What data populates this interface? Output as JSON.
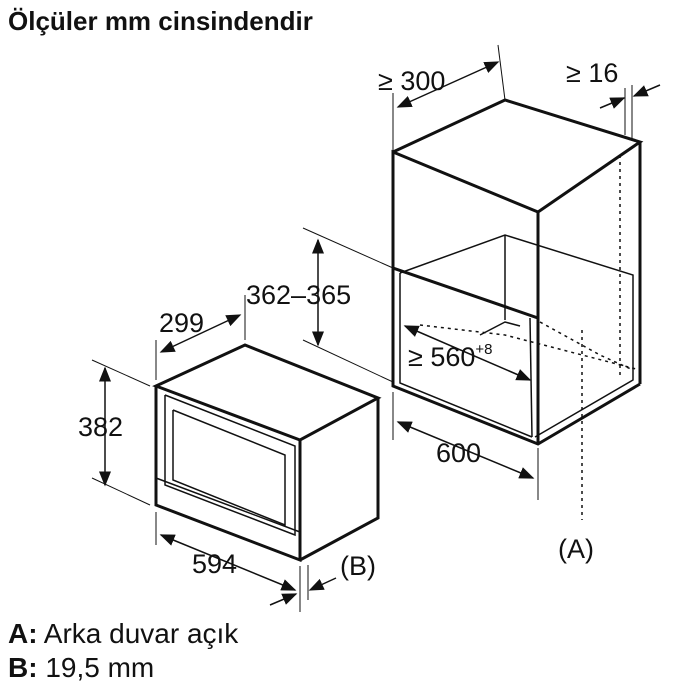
{
  "title": "Ölçüler mm cinsindendir",
  "dimensions": {
    "cabinet_depth": "≥ 300",
    "cabinet_gap": "≥ 16",
    "niche_height": "362–365",
    "niche_width_main": "≥ 560",
    "niche_width_sup": "+8",
    "niche_depth": "600",
    "device_depth": "299",
    "device_height": "382",
    "device_width": "594",
    "label_b": "(B)",
    "label_a": "(A)"
  },
  "legend": {
    "a_key": "A:",
    "a_text": " Arka duvar açık",
    "b_key": "B:",
    "b_text": " 19,5 mm"
  }
}
